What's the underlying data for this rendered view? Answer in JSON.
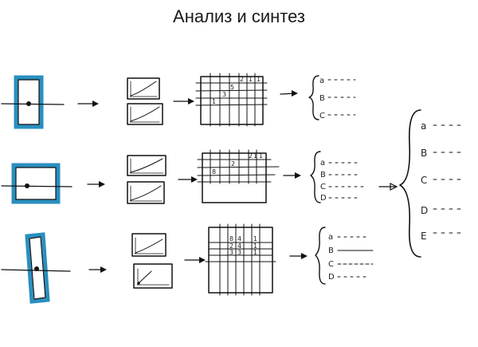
{
  "title": "Анализ и синтез",
  "rows": [
    {
      "grid_numbers": [
        "2",
        "1",
        "1",
        "3",
        "5",
        "1"
      ],
      "letters": [
        "a",
        "B",
        "C"
      ]
    },
    {
      "grid_numbers": [
        "2",
        "1",
        "1",
        "2",
        "8"
      ],
      "letters": [
        "a",
        "B",
        "C",
        "D"
      ]
    },
    {
      "grid_numbers": [
        "8",
        "4",
        "1",
        "2",
        "4",
        "1",
        "3",
        "3",
        "1"
      ],
      "letters": [
        "a",
        "B",
        "C",
        "D"
      ]
    }
  ],
  "synthesis_letters": [
    "a",
    "B",
    "C",
    "D",
    "E"
  ],
  "colors": {
    "frame_blue": "#2a8fc0",
    "ink": "#111111"
  }
}
